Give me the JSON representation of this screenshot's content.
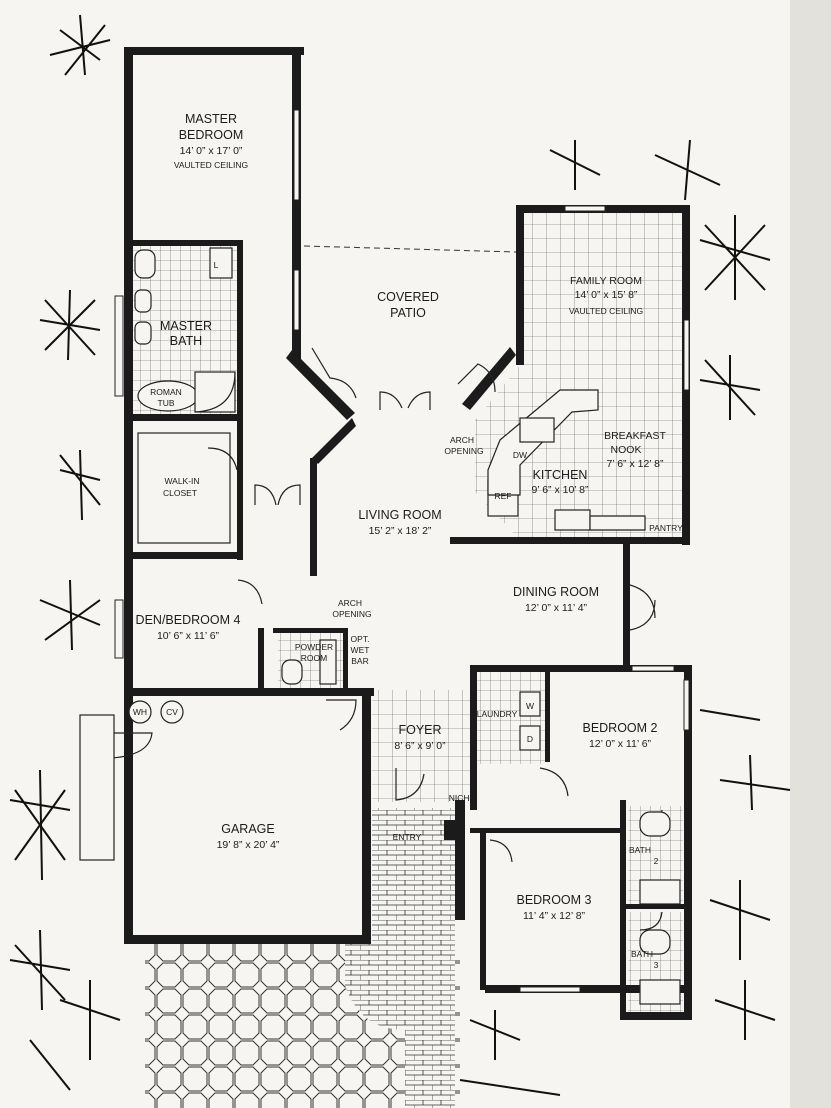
{
  "rooms": {
    "master_bedroom": {
      "name_1": "MASTER",
      "name_2": "BEDROOM",
      "size": "14’ 0” x 17’ 0”",
      "note": "VAULTED CEILING"
    },
    "master_bath": {
      "name_1": "MASTER",
      "name_2": "BATH"
    },
    "roman_tub": {
      "name_1": "ROMAN",
      "name_2": "TUB"
    },
    "walk_in_closet": {
      "name_1": "WALK-IN",
      "name_2": "CLOSET"
    },
    "covered_patio": {
      "name_1": "COVERED",
      "name_2": "PATIO"
    },
    "family_room": {
      "name": "FAMILY ROOM",
      "size": "14’ 0” x 15’ 8”",
      "note": "VAULTED CEILING"
    },
    "breakfast_nook": {
      "name_1": "BREAKFAST",
      "name_2": "NOOK",
      "size": "7’ 6” x 12’ 8”"
    },
    "kitchen": {
      "name": "KITCHEN",
      "size": "9’ 6” x 10’ 8”"
    },
    "living_room": {
      "name": "LIVING ROOM",
      "size": "15’ 2” x 18’ 2”"
    },
    "dining_room": {
      "name": "DINING ROOM",
      "size": "12’ 0” x 11’ 4”"
    },
    "den": {
      "name": "DEN/BEDROOM 4",
      "size": "10’ 6” x 11’ 6”"
    },
    "powder_room": {
      "name_1": "POWDER",
      "name_2": "ROOM"
    },
    "wet_bar": {
      "name_1": "OPT.",
      "name_2": "WET",
      "name_3": "BAR"
    },
    "garage": {
      "name": "GARAGE",
      "size": "19’ 8” x 20’ 4”"
    },
    "foyer": {
      "name": "FOYER",
      "size": "8’ 6” x 9’ 0”"
    },
    "laundry": {
      "name": "LAUNDRY"
    },
    "bedroom_2": {
      "name": "BEDROOM 2",
      "size": "12’ 0” x 11’ 6”"
    },
    "bedroom_3": {
      "name": "BEDROOM 3",
      "size": "11’ 4” x 12’ 8”"
    },
    "bath_2": {
      "name_1": "BATH",
      "name_2": "2"
    },
    "bath_3": {
      "name_1": "BATH",
      "name_2": "3"
    },
    "entry": {
      "name": "ENTRY"
    },
    "niche": {
      "name": "NICHE"
    }
  },
  "labels": {
    "arch_opening_kitchen": {
      "line_1": "ARCH",
      "line_2": "OPENING"
    },
    "arch_opening_living": {
      "line_1": "ARCH",
      "line_2": "OPENING"
    },
    "dw": "DW",
    "ref": "REF",
    "pantry": "PANTRY",
    "l": "L",
    "wh": "WH",
    "cv": "CV",
    "w": "W",
    "d": "D"
  },
  "colors": {
    "paper": "#f6f5f1",
    "wall": "#1b1b1b",
    "tile_line": "#222222",
    "background": "#e9e7e3"
  }
}
